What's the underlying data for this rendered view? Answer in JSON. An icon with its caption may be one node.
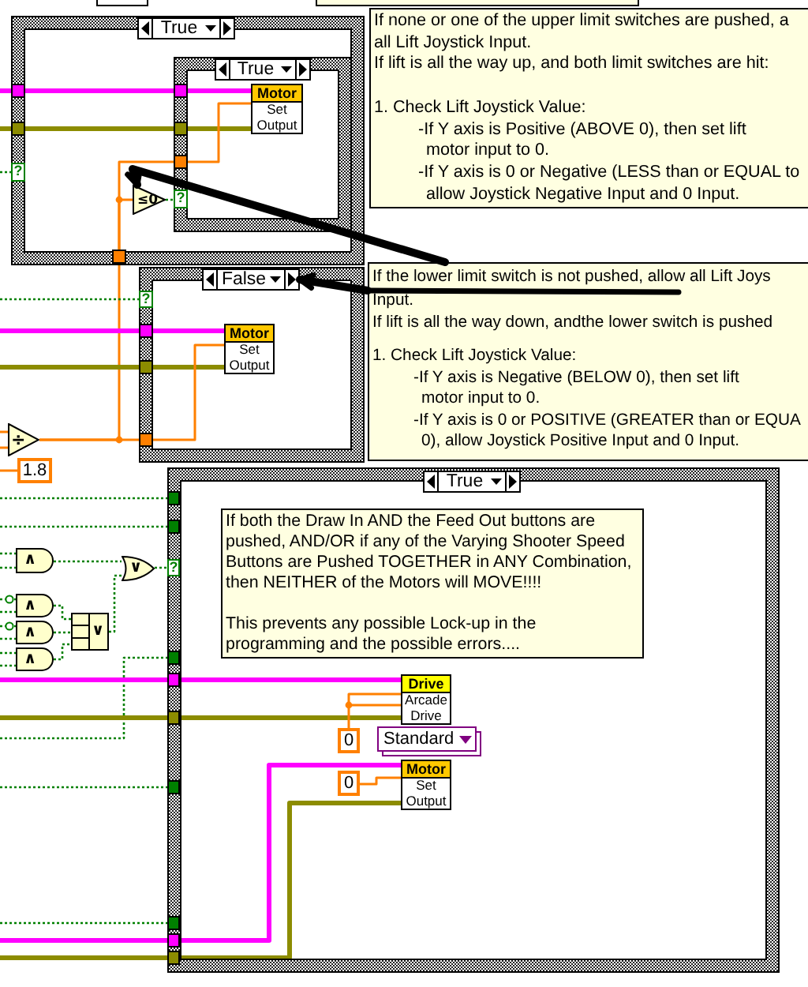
{
  "diagram": {
    "nodes": [
      {
        "text": [],
        "shape": "box"
      },
      {
        "text": [
          "True"
        ],
        "in": 0
      },
      {
        "text": [],
        "shape": "box",
        "in": 0
      },
      {
        "text": [],
        "shape": "box",
        "in": 0
      },
      {
        "text": [
          "?"
        ],
        "in": 0
      },
      {
        "text": [],
        "shape": "box",
        "in": 0
      },
      {
        "text": [],
        "shape": "box",
        "in": 0
      },
      {
        "text": [
          "True"
        ],
        "in": 6
      },
      {
        "text": [],
        "shape": "box",
        "in": 6
      },
      {
        "text": [],
        "shape": "box",
        "in": 6
      },
      {
        "text": [],
        "shape": "box",
        "in": 6
      },
      {
        "text": [
          "?"
        ],
        "in": 6
      },
      {
        "text": [
          "Motor",
          "Set Output"
        ],
        "in": 6
      },
      {
        "text": [
          "≤0"
        ],
        "in": 0
      },
      {
        "text": [
          "If none or one of the upper limit switches are pushed, a",
          "all Lift Joystick Input.",
          "If lift is all the way up, and both limit switches are hit:",
          "1. Check Lift Joystick Value:",
          "-If Y axis is Positive (ABOVE 0), then set lift",
          "motor input to 0.",
          "-If Y axis is 0 or Negative (LESS than or EQUAL to",
          "allow Joystick Negative Input and 0 Input."
        ]
      },
      {
        "text": [],
        "shape": "box"
      },
      {
        "text": [
          "False"
        ],
        "in": 15
      },
      {
        "text": [
          "?"
        ],
        "in": 15
      },
      {
        "text": [],
        "shape": "box",
        "in": 15
      },
      {
        "text": [],
        "shape": "box",
        "in": 15
      },
      {
        "text": [],
        "shape": "box",
        "in": 15
      },
      {
        "text": [
          "Motor",
          "Set Output"
        ],
        "in": 15
      },
      {
        "text": [
          "If the lower limit switch is not pushed, allow all Lift Joys",
          "Input.",
          "If lift is all the way down, andthe lower switch is pushed",
          "1. Check Lift Joystick Value:",
          "-If Y axis is Negative (BELOW 0), then set lift",
          "motor input to 0.",
          "-If Y axis is 0 or POSITIVE (GREATER than or EQUA",
          "0), allow Joystick Positive Input and 0 Input."
        ]
      },
      {
        "text": [
          "÷"
        ]
      },
      {
        "text": [
          "1.8"
        ]
      },
      {
        "text": [],
        "shape": "box"
      },
      {
        "text": [
          "True"
        ],
        "in": 25
      },
      {
        "text": [],
        "shape": "box",
        "in": 25
      },
      {
        "text": [],
        "shape": "box",
        "in": 25
      },
      {
        "text": [
          "?"
        ],
        "in": 25
      },
      {
        "text": [],
        "shape": "box",
        "in": 25
      },
      {
        "text": [],
        "shape": "box",
        "in": 25
      },
      {
        "text": [],
        "shape": "box",
        "in": 25
      },
      {
        "text": [],
        "shape": "box",
        "in": 25
      },
      {
        "text": [],
        "shape": "box",
        "in": 25
      },
      {
        "text": [],
        "shape": "box",
        "in": 25
      },
      {
        "text": [],
        "shape": "box",
        "in": 25
      },
      {
        "text": [
          "If both the Draw In AND the Feed Out buttons are pushed, AND/OR if any of the Varying Shooter Speed Buttons are Pushed TOGETHER in ANY Combination, then NEITHER of the Motors will MOVE!!!!",
          "This prevents any possible Lock-up in the programming and the possible errors...."
        ],
        "in": 25
      },
      {
        "text": [
          "Drive",
          "Arcade Drive"
        ],
        "in": 25
      },
      {
        "text": [
          "0"
        ],
        "in": 25
      },
      {
        "text": [
          "Standard"
        ],
        "in": 25
      },
      {
        "text": [
          "Motor",
          "Set Output"
        ],
        "in": 25
      },
      {
        "text": [
          "0"
        ],
        "in": 25
      },
      {
        "text": [
          "∧"
        ]
      },
      {
        "text": [
          "∨"
        ]
      },
      {
        "text": [
          "∧"
        ]
      },
      {
        "text": [
          "∧"
        ]
      },
      {
        "text": [
          "∧"
        ]
      },
      {
        "text": [
          "∨"
        ]
      },
      {
        "text": [],
        "shape": "box"
      },
      {
        "text": [],
        "shape": "box"
      }
    ],
    "edges": [
      {
        "from": null,
        "to": 2,
        "arrow": "none",
        "style": "thick",
        "color": "#ff00ff"
      },
      {
        "from": 2,
        "to": 8,
        "arrow": "none",
        "style": "thick",
        "color": "#ff00ff"
      },
      {
        "from": 8,
        "to": 12,
        "arrow": "none",
        "style": "thick",
        "color": "#ff00ff"
      },
      {
        "from": null,
        "to": 3,
        "arrow": "none",
        "style": "thick",
        "color": "#8c8c00"
      },
      {
        "from": 3,
        "to": 9,
        "arrow": "none",
        "style": "thick",
        "color": "#8c8c00"
      },
      {
        "from": 9,
        "to": 12,
        "arrow": "none",
        "style": "thick",
        "color": "#8c8c00"
      },
      {
        "from": null,
        "to": 4,
        "arrow": "none",
        "style": "dashed"
      },
      {
        "from": 23,
        "to": 5,
        "arrow": "none",
        "color": "#ff8000"
      },
      {
        "from": 5,
        "to": 13,
        "arrow": "none",
        "color": "#ff8000"
      },
      {
        "from": 5,
        "to": 10,
        "arrow": "none",
        "color": "#ff8000"
      },
      {
        "from": 10,
        "to": 12,
        "arrow": "none",
        "color": "#ff8000"
      },
      {
        "from": 13,
        "to": 11,
        "arrow": "none",
        "style": "dashed"
      },
      {
        "from": null,
        "to": 17,
        "arrow": "none",
        "style": "dashed"
      },
      {
        "from": null,
        "to": 18,
        "arrow": "none",
        "style": "thick",
        "color": "#ff00ff"
      },
      {
        "from": 18,
        "to": 21,
        "arrow": "none",
        "style": "thick",
        "color": "#ff00ff"
      },
      {
        "from": null,
        "to": 19,
        "arrow": "none",
        "style": "thick",
        "color": "#8c8c00"
      },
      {
        "from": 19,
        "to": 21,
        "arrow": "none",
        "style": "thick",
        "color": "#8c8c00"
      },
      {
        "from": 23,
        "to": 20,
        "arrow": "none",
        "color": "#ff8000"
      },
      {
        "from": 20,
        "to": 21,
        "arrow": "none",
        "color": "#ff8000"
      },
      {
        "from": null,
        "to": 23,
        "arrow": "none",
        "color": "#ff8000"
      },
      {
        "from": null,
        "to": 23,
        "arrow": "none",
        "color": "#ff8000"
      },
      {
        "from": null,
        "to": 24,
        "arrow": "none",
        "color": "#ff8000"
      },
      {
        "from": 22,
        "to": 13,
        "arrow": "to",
        "style": "thick",
        "color": "#000000"
      },
      {
        "from": 22,
        "to": 16,
        "arrow": "to",
        "style": "thick",
        "color": "#000000"
      },
      {
        "from": null,
        "to": 27,
        "arrow": "none",
        "style": "dashed"
      },
      {
        "from": null,
        "to": 28,
        "arrow": "none",
        "style": "dashed"
      },
      {
        "from": null,
        "to": 43,
        "arrow": "none",
        "style": "dashed"
      },
      {
        "from": null,
        "to": 43,
        "arrow": "none",
        "style": "dashed"
      },
      {
        "from": 43,
        "to": 44,
        "arrow": "none",
        "style": "dashed"
      },
      {
        "from": 44,
        "to": 29,
        "arrow": "none",
        "style": "dashed"
      },
      {
        "from": null,
        "to": 45,
        "arrow": "other",
        "style": "dashed"
      },
      {
        "from": null,
        "to": 45,
        "arrow": "none",
        "style": "dashed"
      },
      {
        "from": null,
        "to": 46,
        "arrow": "other",
        "style": "dashed"
      },
      {
        "from": null,
        "to": 46,
        "arrow": "none",
        "style": "dashed"
      },
      {
        "from": null,
        "to": 47,
        "arrow": "none",
        "style": "dashed"
      },
      {
        "from": null,
        "to": 47,
        "arrow": "none",
        "style": "dashed"
      },
      {
        "from": 45,
        "to": 48,
        "arrow": "none",
        "style": "dashed"
      },
      {
        "from": 46,
        "to": 48,
        "arrow": "none",
        "style": "dashed"
      },
      {
        "from": 47,
        "to": 48,
        "arrow": "none",
        "style": "dashed"
      },
      {
        "from": 48,
        "to": 44,
        "arrow": "none",
        "style": "dashed"
      },
      {
        "from": null,
        "to": 30,
        "arrow": "none",
        "style": "dashed"
      },
      {
        "from": null,
        "to": 31,
        "arrow": "none",
        "style": "thick",
        "color": "#ff00ff"
      },
      {
        "from": null,
        "to": 32,
        "arrow": "none",
        "style": "thick",
        "color": "#8c8c00"
      },
      {
        "from": null,
        "to": 33,
        "arrow": "none",
        "style": "dashed"
      },
      {
        "from": null,
        "to": 34,
        "arrow": "none",
        "style": "dashed"
      },
      {
        "from": null,
        "to": 35,
        "arrow": "none",
        "style": "thick",
        "color": "#ff00ff"
      },
      {
        "from": null,
        "to": 36,
        "arrow": "none",
        "style": "thick",
        "color": "#8c8c00"
      },
      {
        "from": 31,
        "to": 38,
        "arrow": "none",
        "style": "thick",
        "color": "#ff00ff"
      },
      {
        "from": 32,
        "to": 38,
        "arrow": "none",
        "style": "thick",
        "color": "#8c8c00"
      },
      {
        "from": 39,
        "to": 38,
        "arrow": "none",
        "color": "#ff8000"
      },
      {
        "from": 42,
        "to": 41,
        "arrow": "none",
        "color": "#ff8000"
      },
      {
        "from": 35,
        "to": 41,
        "arrow": "none",
        "style": "thick",
        "color": "#ff00ff"
      },
      {
        "from": 36,
        "to": 41,
        "arrow": "none",
        "style": "thick",
        "color": "#8c8c00"
      }
    ]
  }
}
